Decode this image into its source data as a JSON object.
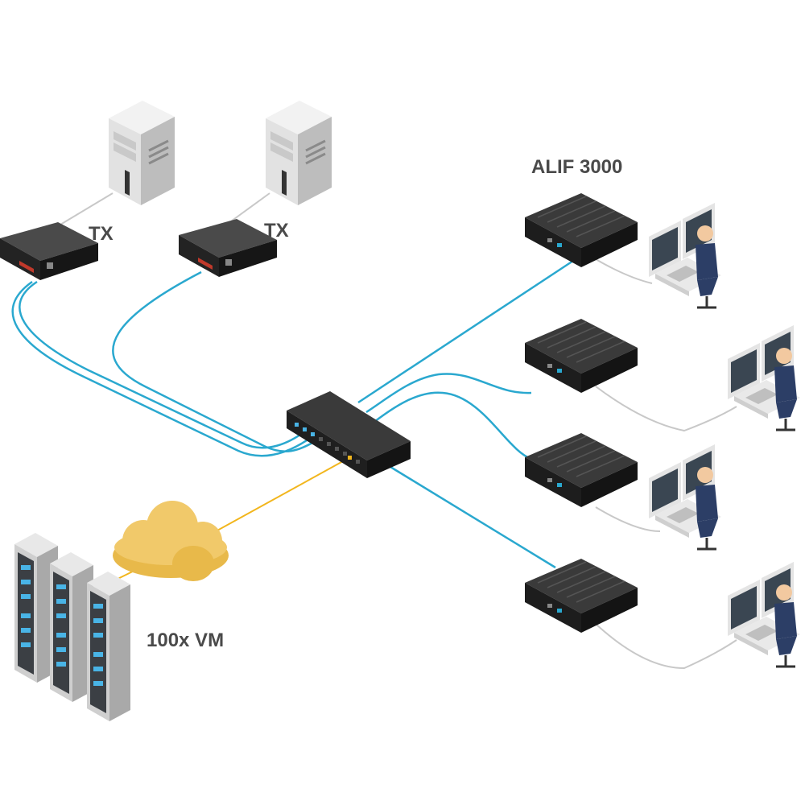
{
  "labels": {
    "tx_left": "TX",
    "tx_right": "TX",
    "receiver_title": "ALIF 3000",
    "vm_group": "100x VM"
  },
  "colors": {
    "fiber_link": "#2aa8cf",
    "wan_link": "#f2b61d",
    "video_link": "#c8c8c8",
    "device_body": "#2b2b2b",
    "cloud": "#f1c96a"
  },
  "icons": {
    "source_pc": "tower-pc-icon",
    "transmitter": "kvm-transmitter-icon",
    "switch": "network-switch-icon",
    "receiver": "kvm-receiver-icon",
    "workstation": "operator-workstation-icon",
    "cloud": "cloud-icon",
    "server_rack": "server-rack-icon"
  }
}
